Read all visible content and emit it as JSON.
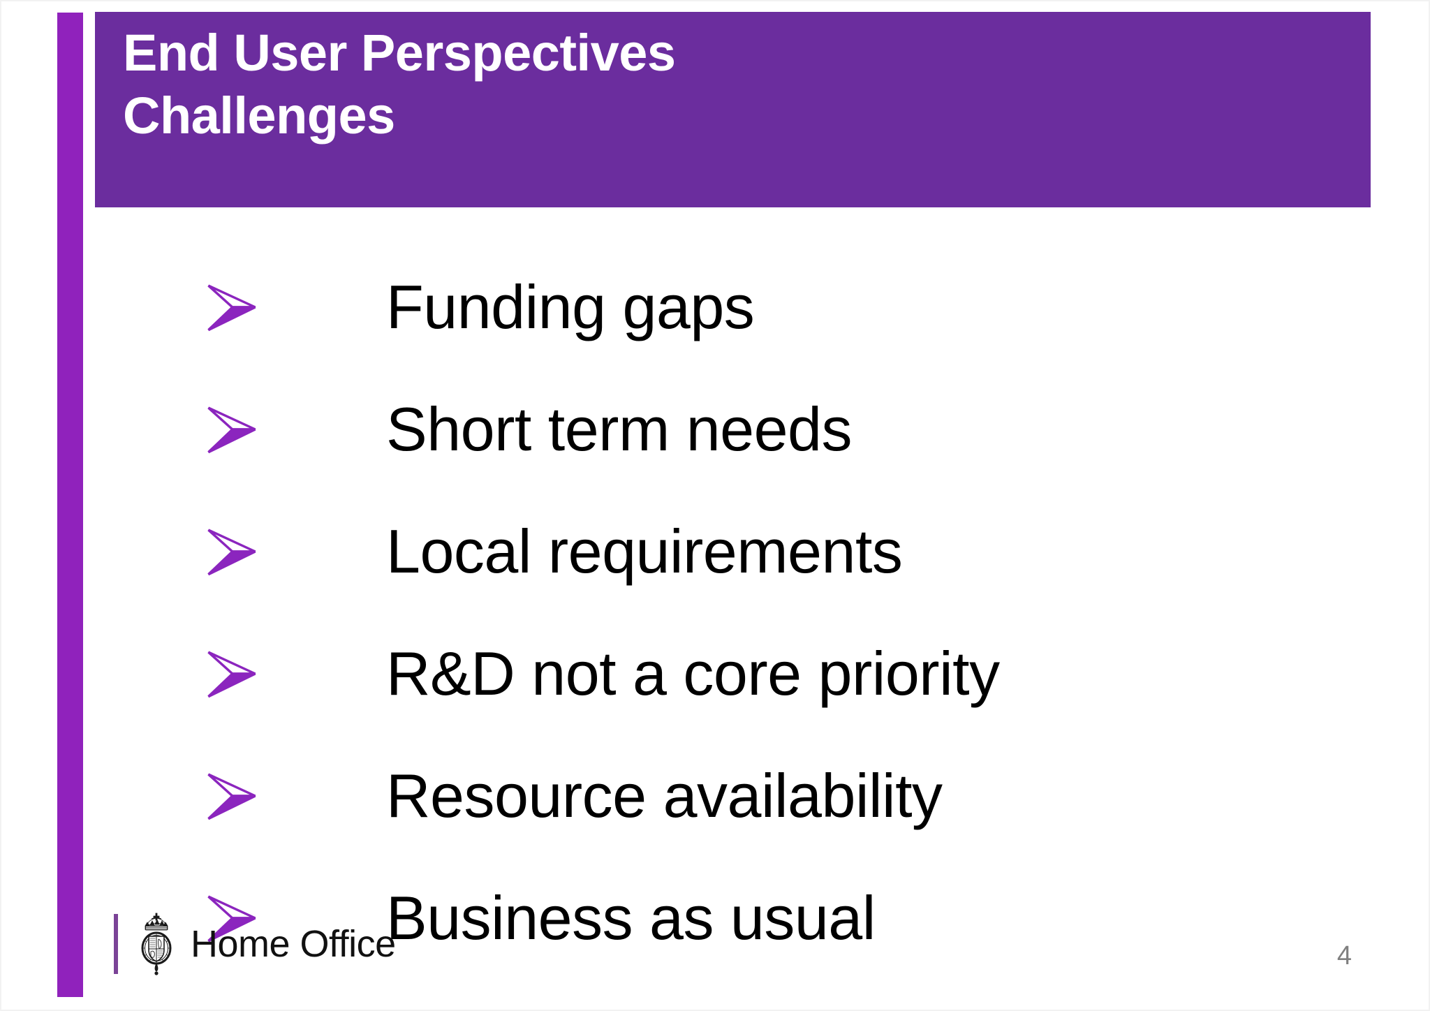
{
  "slide": {
    "page_number": "4",
    "colors": {
      "header_band": "#6B2D9E",
      "accent_bar": "#9022BC",
      "bullet_marker": "#8B25BE",
      "title_text": "#FFFFFF",
      "body_text": "#000000",
      "page_number_text": "#808080",
      "background": "#FFFFFF"
    }
  },
  "header": {
    "title": "End User Perspectives\nChallenges",
    "title_line_1": "End User Perspectives",
    "title_line_2": "Challenges"
  },
  "body": {
    "bullets": [
      {
        "text": "Funding gaps"
      },
      {
        "text": "Short term needs"
      },
      {
        "text": "Local requirements"
      },
      {
        "text": "R&D not a core priority"
      },
      {
        "text": "Resource availability"
      },
      {
        "text": "Business as usual"
      }
    ]
  },
  "footer": {
    "organisation": "Home Office",
    "crest_label": "royal-crest"
  }
}
